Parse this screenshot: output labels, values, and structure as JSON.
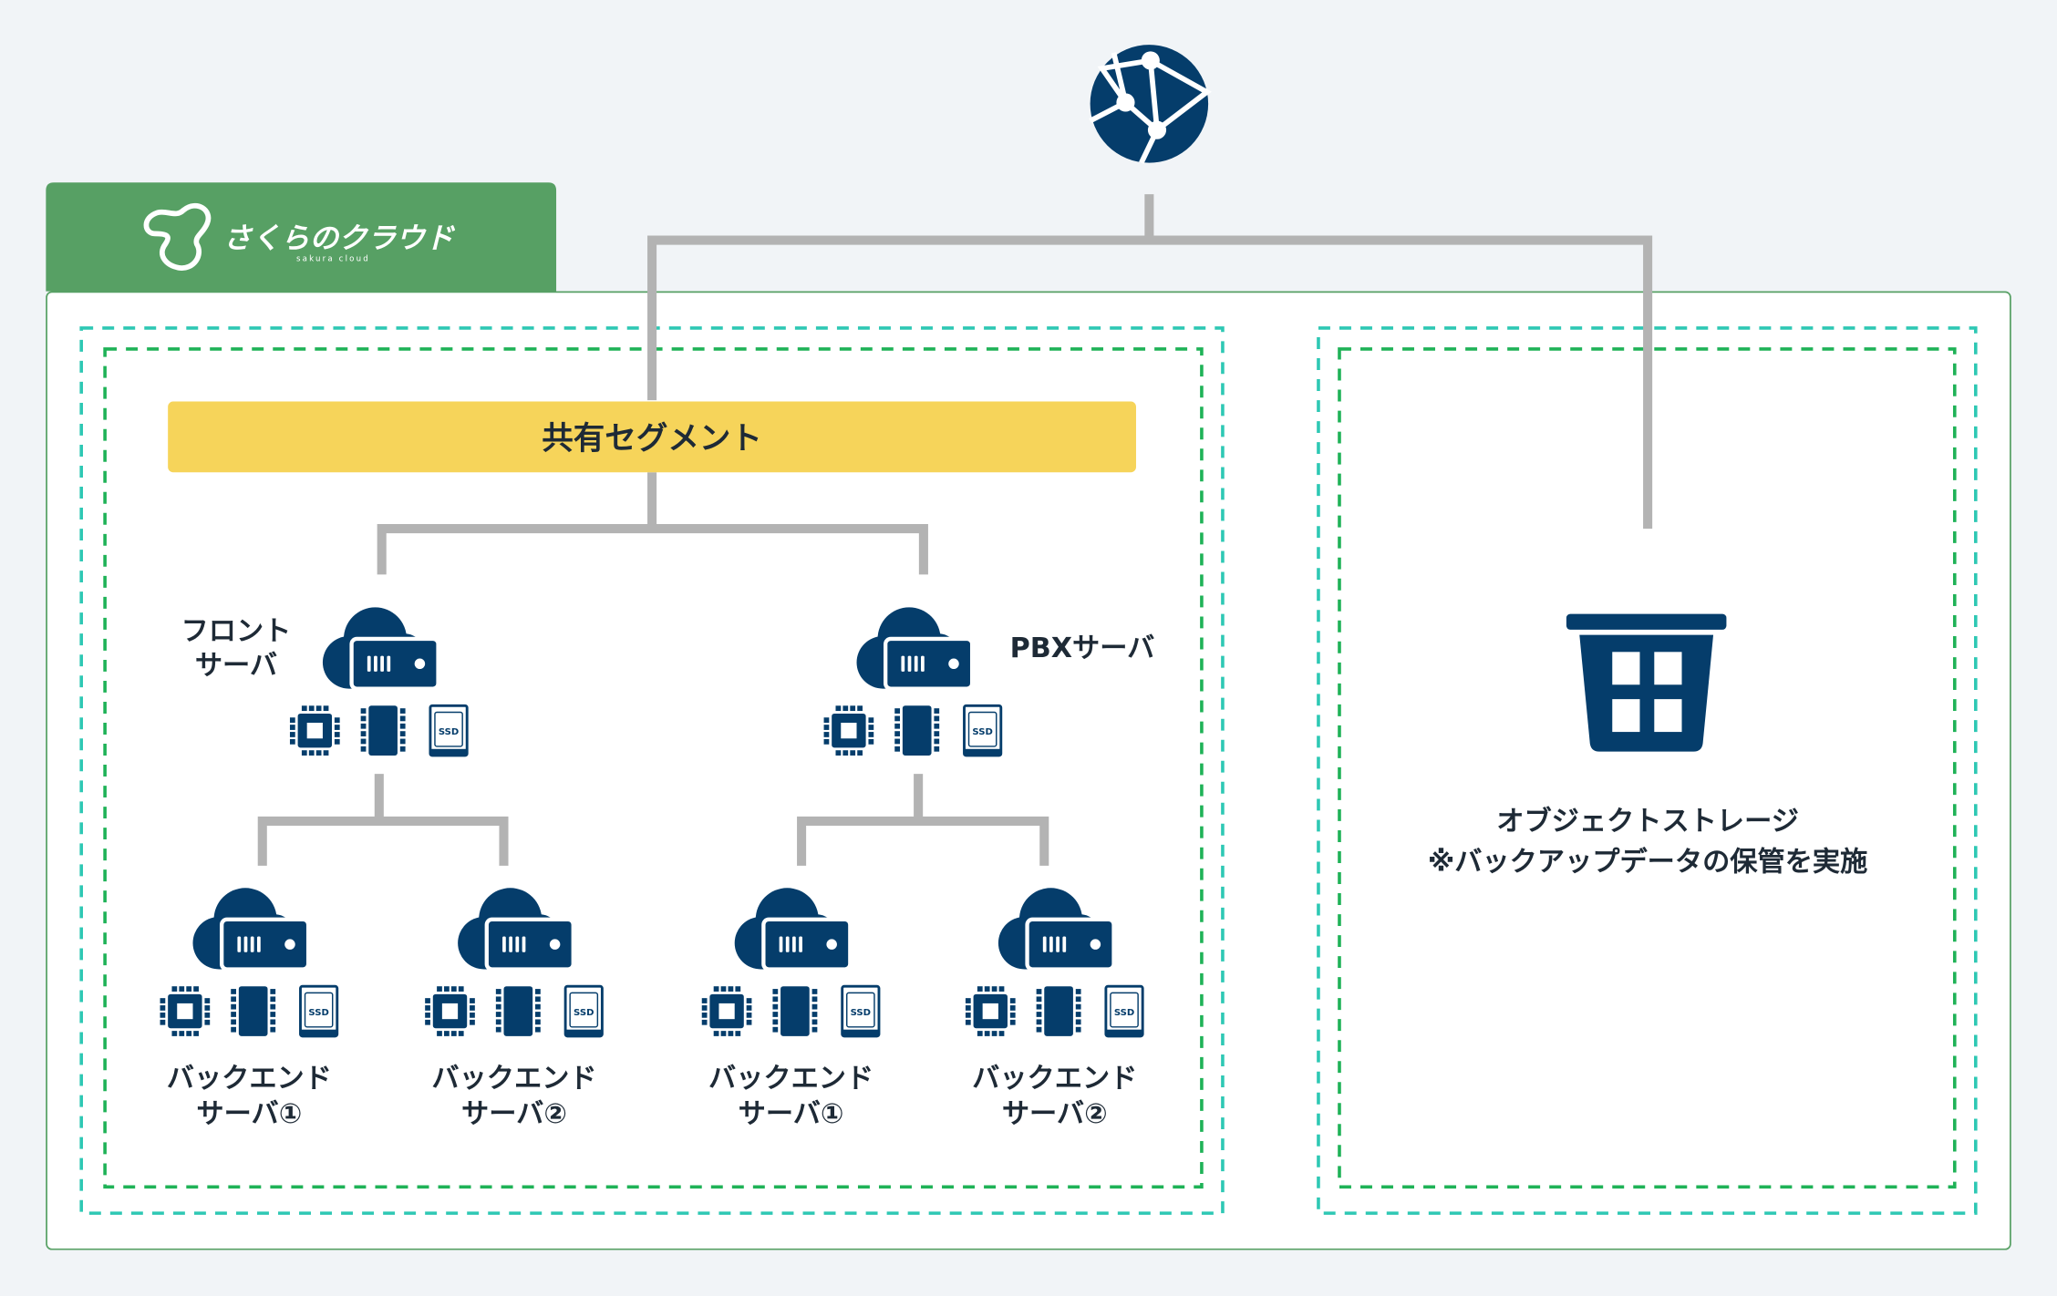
{
  "logo": {
    "name": "さくらのクラウド",
    "sub": "sakura cloud"
  },
  "segment": {
    "label": "共有セグメント"
  },
  "servers": {
    "front": [
      "フロント",
      "サーバ"
    ],
    "pbx": "PBXサーバ",
    "backends": [
      [
        "バックエンド",
        "サーバ①"
      ],
      [
        "バックエンド",
        "サーバ②"
      ],
      [
        "バックエンド",
        "サーバ①"
      ],
      [
        "バックエンド",
        "サーバ②"
      ]
    ],
    "ssd_label": "SSD"
  },
  "storage": {
    "title": "オブジェクトストレージ",
    "note": "※バックアップデータの保管を実施"
  },
  "colors": {
    "navy": "#053d6b",
    "green": "#57a064",
    "yellow": "#f6d45a",
    "line": "#b3b3b3",
    "teal_dash": "#2ec8b4",
    "green_dash": "#1fb257",
    "background": "#f1f4f7"
  }
}
